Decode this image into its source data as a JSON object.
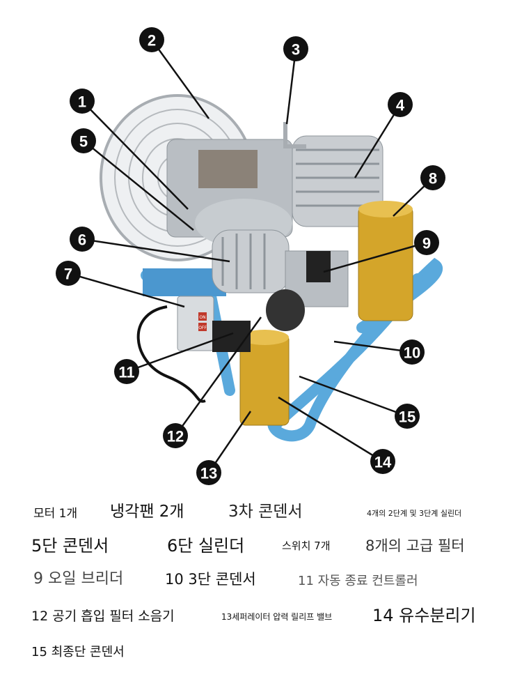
{
  "title": "Air compressor parts diagram",
  "callouts": [
    "1",
    "2",
    "3",
    "4",
    "5",
    "6",
    "7",
    "8",
    "9",
    "10",
    "11",
    "12",
    "13",
    "14",
    "15"
  ],
  "switch_labels": {
    "on": "ON",
    "off": "OFF"
  },
  "legend": [
    "모터 1개",
    "냉각팬 2개",
    "3차 콘덴서",
    "4개의 2단계 및 3단계 실린더",
    "5단 콘덴서",
    "6단 실린더",
    "스위치 7개",
    "8개의 고급 필터",
    "9 오일 브리더",
    "10 3단 콘덴서",
    "11 자동 종료 컨트롤러",
    "12 공기 흡입 필터 소음기",
    "13세퍼레이터 압력 릴리프 밸브",
    "14 유수분리기",
    "15 최종단 콘덴서"
  ],
  "colors": {
    "frame": "#5aa9dc",
    "filter": "#d4a52a",
    "metal": "#b9bec3",
    "callout": "#111111"
  }
}
